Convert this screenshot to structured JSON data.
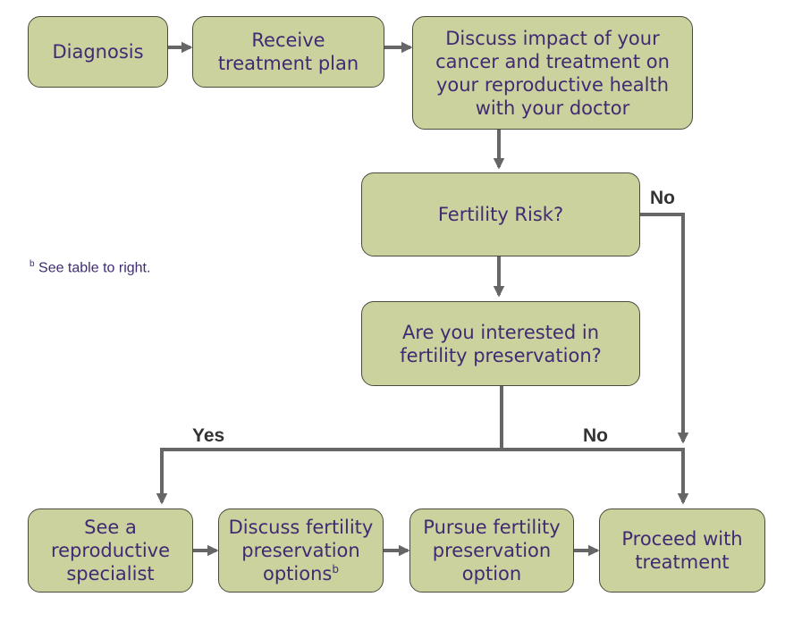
{
  "footnote": {
    "marker": "b",
    "text": "See table to right."
  },
  "nodes": {
    "diagnosis": "Diagnosis",
    "receive_plan": "Receive\ntreatment plan",
    "discuss_impact": "Discuss impact of your\ncancer and treatment on\nyour reproductive health\nwith your doctor",
    "fertility_risk": "Fertility Risk?",
    "interested": "Are you interested in\nfertility preservation?",
    "see_specialist": "See a\nreproductive\nspecialist",
    "discuss_options": "Discuss fertility\npreservation\noptions",
    "discuss_options_sup": "b",
    "pursue_option": "Pursue fertility\npreservation\noption",
    "proceed": "Proceed with\ntreatment"
  },
  "edge_labels": {
    "risk_no": "No",
    "interest_yes": "Yes",
    "interest_no": "No"
  },
  "colors": {
    "box_fill": "#ccd29e",
    "box_border": "#4a4a3c",
    "text": "#3f2a73",
    "arrow": "#666666"
  }
}
